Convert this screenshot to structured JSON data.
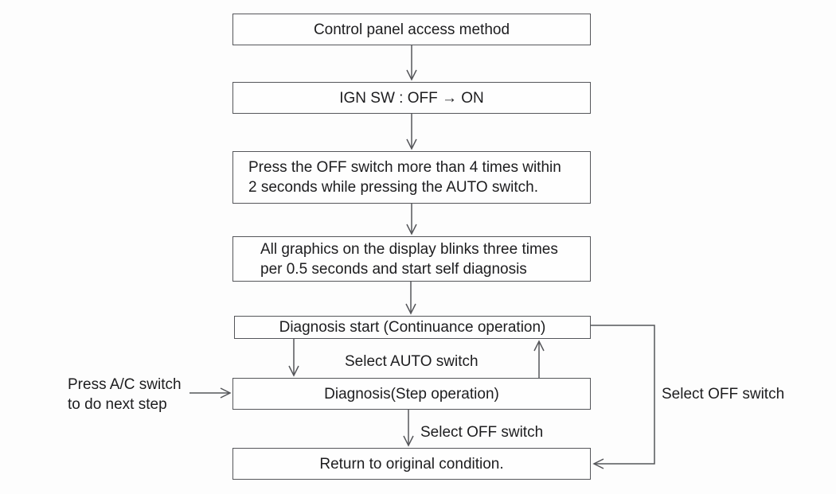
{
  "diagram": {
    "boxes": [
      {
        "text": "Control panel access method"
      },
      {
        "text": "IGN SW : OFF → ON"
      },
      {
        "lines": [
          "Press the OFF switch more than 4 times within",
          "2 seconds while pressing the AUTO switch."
        ]
      },
      {
        "lines": [
          "All graphics on the display blinks three times",
          "per 0.5 seconds and start self diagnosis"
        ]
      },
      {
        "text": "Diagnosis start (Continuance operation)"
      },
      {
        "text": "Diagnosis(Step operation)"
      },
      {
        "text": "Return to original condition."
      }
    ],
    "edge_labels": {
      "select_auto": "Select AUTO switch",
      "select_off_step": "Select OFF switch",
      "select_off_continuance": "Select OFF switch",
      "press_ac": {
        "line1": "Press A/C switch",
        "line2": "to do next step"
      }
    },
    "colors": {
      "line": "#55565a",
      "text": "#1d1d1f",
      "box_background": "#fefefe",
      "page_background": "#fdfdfd"
    }
  }
}
